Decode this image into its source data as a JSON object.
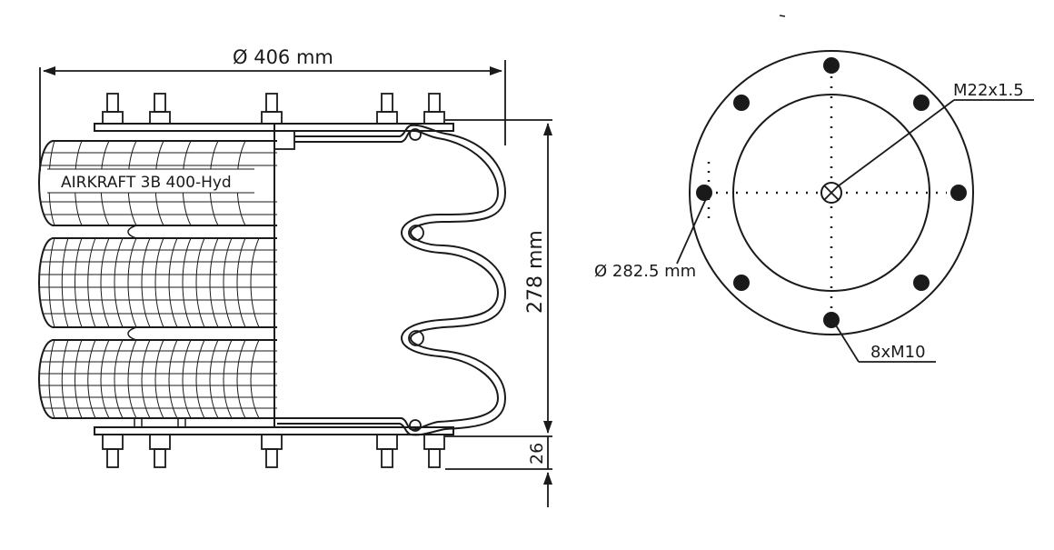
{
  "labels": {
    "outer_diameter": "Ø 406 mm",
    "height": "278 mm",
    "plate_offset": "26",
    "model": "AIRKRAFT 3B 400-Hyd",
    "thread": "M22x1.5",
    "bolt_circle": "Ø 282.5 mm",
    "bolts": "8xM10"
  },
  "colors": {
    "line": "#1a1a1a",
    "background": "#ffffff"
  }
}
